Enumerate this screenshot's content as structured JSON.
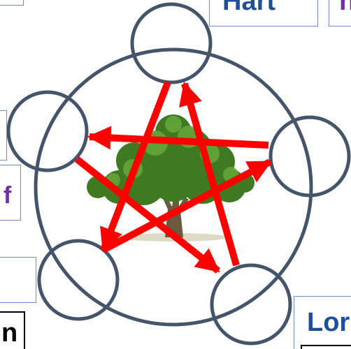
{
  "diagram": {
    "colors": {
      "circle_stroke": "#44546a",
      "arrow": "#ff0000",
      "box_border": "#6f8fc9",
      "label_dark_blue": "#1f4e9c",
      "label_purple": "#7030a0",
      "label_black": "#000000"
    },
    "center_image": {
      "icon": "tree-icon"
    },
    "labels": {
      "top_right": "Hart",
      "top_right_cut": "h",
      "left_purple": "f",
      "bottom_black": "n",
      "bottom_right": "Lor"
    }
  }
}
